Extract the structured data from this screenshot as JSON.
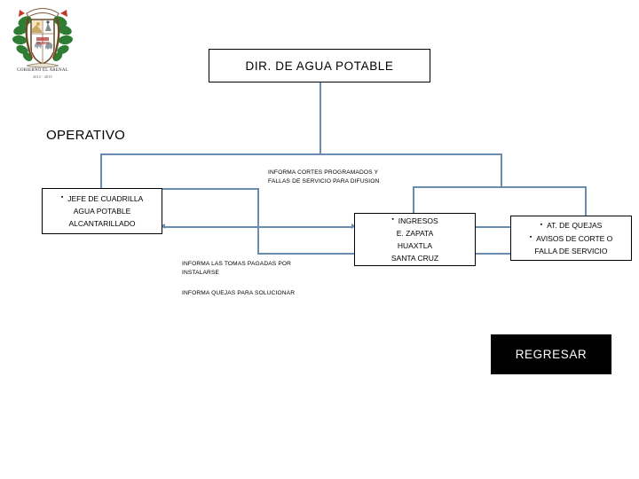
{
  "slide": {
    "background_color": "#ffffff",
    "line_color": "#6a8cae",
    "border_color": "#000000"
  },
  "logo": {
    "name": "coat-of-arms-el-arenal",
    "caption": "GOBIERNO EL ARENAL",
    "years": "2012 - 2015"
  },
  "title_box": {
    "label": "DIR. DE AGUA POTABLE"
  },
  "section_label": {
    "text": "OPERATIVO"
  },
  "boxes": [
    {
      "id": "jefe-cuadrilla",
      "lines": [
        {
          "bullet": true,
          "text": "JEFE DE CUADRILLA"
        },
        {
          "bullet": false,
          "text": "AGUA POTABLE"
        },
        {
          "bullet": false,
          "text": "ALCANTARILLADO"
        }
      ]
    },
    {
      "id": "ingresos",
      "lines": [
        {
          "bullet": true,
          "text": "INGRESOS"
        },
        {
          "bullet": false,
          "text": "E. ZAPATA"
        },
        {
          "bullet": false,
          "text": "HUAXTLA"
        },
        {
          "bullet": false,
          "text": "SANTA CRUZ"
        }
      ]
    },
    {
      "id": "atencion-quejas",
      "lines": [
        {
          "bullet": true,
          "text": "AT. DE QUEJAS"
        },
        {
          "bullet": true,
          "text": "AVISOS DE CORTE O"
        },
        {
          "bullet": false,
          "text": "FALLA DE SERVICIO"
        }
      ]
    }
  ],
  "notes": {
    "cortes": "INFORMA CORTES PROGRAMADOS Y FALLAS DE SERVICIO PARA DIFUSION",
    "tomas": "INFORMA LAS TOMAS PAGADAS POR INSTALARSE",
    "quejas": "INFORMA QUEJAS PARA SOLUCIONAR"
  },
  "back_button": {
    "label": "REGRESAR"
  }
}
